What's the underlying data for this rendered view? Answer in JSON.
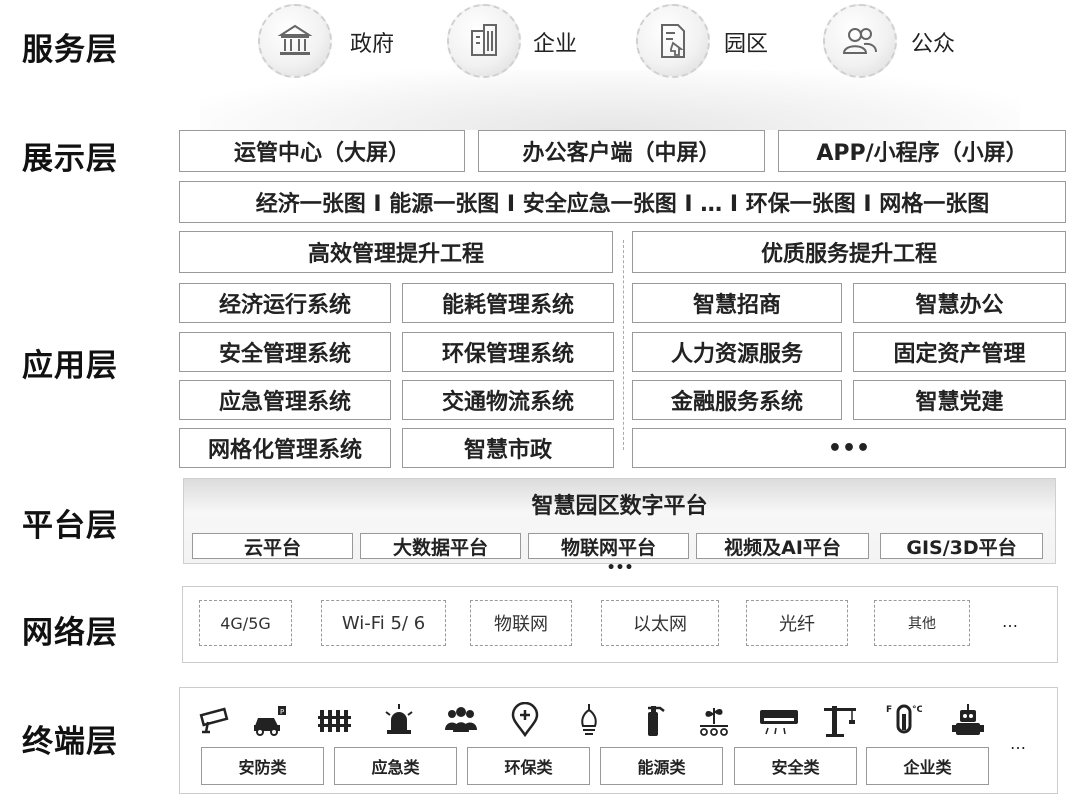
{
  "layers": {
    "service": "服务层",
    "display": "展示层",
    "application": "应用层",
    "platform": "平台层",
    "network": "网络层",
    "terminal": "终端层"
  },
  "service": {
    "items": [
      {
        "label": "政府",
        "icon": "government-building-icon"
      },
      {
        "label": "企业",
        "icon": "office-building-icon"
      },
      {
        "label": "园区",
        "icon": "park-document-icon"
      },
      {
        "label": "公众",
        "icon": "people-icon"
      }
    ]
  },
  "display": {
    "screens": [
      "运管中心（大屏）",
      "办公客户端（中屏）",
      "APP/小程序（小屏）"
    ],
    "maps": "经济一张图 I 能源一张图 I 安全应急一张图 I … I 环保一张图 I 网格一张图"
  },
  "application": {
    "left_title": "高效管理提升工程",
    "right_title": "优质服务提升工程",
    "left_items": [
      "经济运行系统",
      "能耗管理系统",
      "安全管理系统",
      "环保管理系统",
      "应急管理系统",
      "交通物流系统",
      "网格化管理系统",
      "智慧市政"
    ],
    "right_items": [
      "智慧招商",
      "智慧办公",
      "人力资源服务",
      "固定资产管理",
      "金融服务系统",
      "智慧党建",
      "•••"
    ]
  },
  "platform": {
    "title": "智慧园区数字平台",
    "items": [
      "云平台",
      "大数据平台",
      "物联网平台",
      "视频及AI平台",
      "GIS/3D平台"
    ],
    "more": "•••"
  },
  "network": {
    "items": [
      "4G/5G",
      "Wi-Fi 5/ 6",
      "物联网",
      "以太网",
      "光纤",
      "其他"
    ],
    "more": "…"
  },
  "terminal": {
    "icons": [
      "camera-icon",
      "parking-car-icon",
      "fence-icon",
      "alarm-light-icon",
      "crowd-icon",
      "location-pin-icon",
      "bulb-icon",
      "fire-extinguisher-icon",
      "plant-sensor-icon",
      "air-conditioner-icon",
      "tower-crane-icon",
      "thermometer-icon",
      "robot-icon"
    ],
    "categories": [
      "安防类",
      "应急类",
      "环保类",
      "能源类",
      "安全类",
      "企业类"
    ],
    "more": "…"
  },
  "colors": {
    "border": "#9a9a9a",
    "text": "#222222",
    "circle": "#e8e8e8"
  }
}
